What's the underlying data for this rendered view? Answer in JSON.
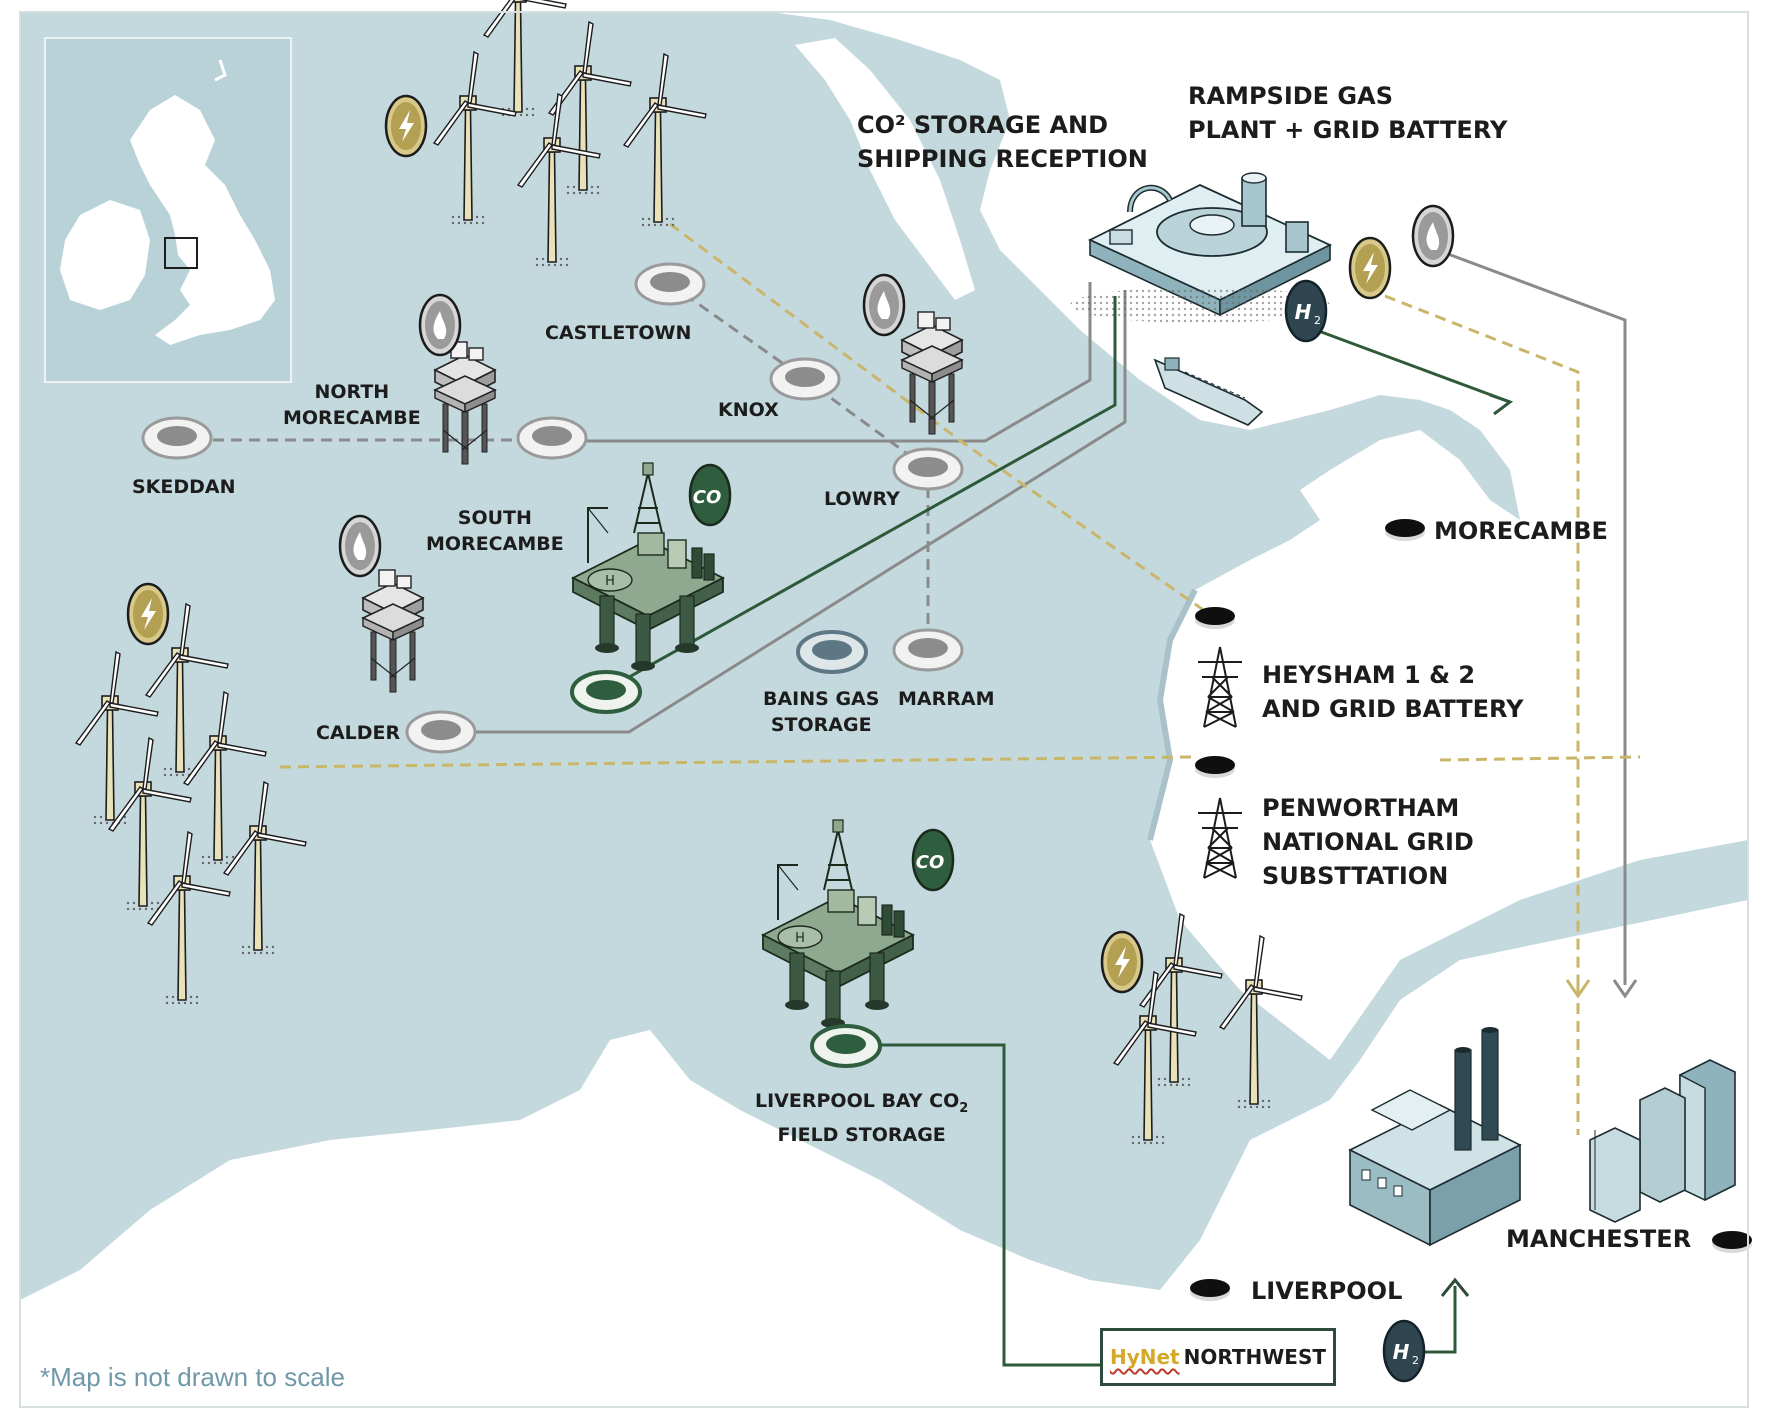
{
  "labels": {
    "co2_storage": [
      "CO² STORAGE AND",
      "SHIPPING RECEPTION"
    ],
    "rampside": [
      "RAMPSIDE GAS",
      "PLANT + GRID BATTERY"
    ],
    "castletown": "CASTLETOWN",
    "north_morecambe": [
      "NORTH",
      "MORECAMBE"
    ],
    "knox": "KNOX",
    "skeddan": "SKEDDAN",
    "lowry": "LOWRY",
    "south_morecambe": [
      "SOUTH",
      "MORECAMBE"
    ],
    "morecambe": "MORECAMBE",
    "bains": [
      "BAINS GAS",
      "STORAGE"
    ],
    "marram": "MARRAM",
    "calder": "CALDER",
    "heysham": [
      "HEYSHAM 1 & 2",
      "AND GRID BATTERY"
    ],
    "penwortham": [
      "PENWORTHAM",
      "NATIONAL GRID",
      "SUBSTTATION"
    ],
    "liverpool_bay": [
      "LIVERPOOL BAY CO",
      "FIELD STORAGE"
    ],
    "liverpool_bay_sub": "2",
    "manchester": "MANCHESTER",
    "liverpool": "LIVERPOOL",
    "hynet_brand": "HyNet",
    "hynet_rest": "NORTHWEST",
    "note": "*Map is not drawn to scale"
  },
  "icons": {
    "co2": "CO",
    "co2_sub": "2",
    "h2": "H",
    "h2_sub": "2"
  },
  "colors": {
    "sea": "#c4d9de",
    "land": "#ffffff",
    "pipeline_gray": "#8a8a8a",
    "pipeline_dashed": "#8a8a8a",
    "power_line": "#c9b66a",
    "co2_line": "#2e5a3a",
    "gas_badge": "#c8c8c8",
    "power_badge": "#cbb968",
    "co2_badge": "#2e5e3e",
    "h2_badge": "#2f4550"
  }
}
